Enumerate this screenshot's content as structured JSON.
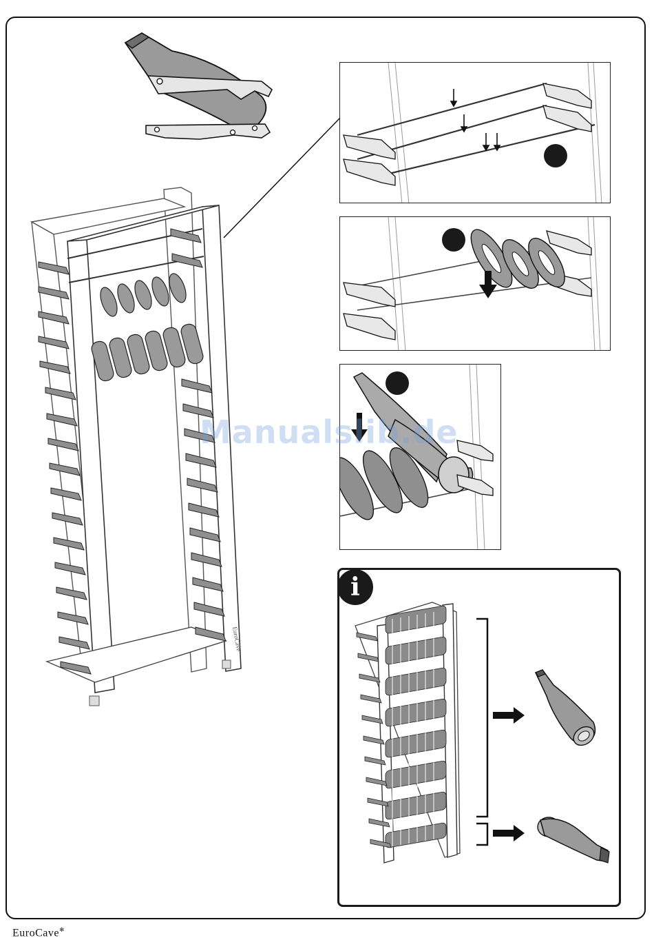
{
  "watermark": {
    "text": "Manualslib.de"
  },
  "logo": {
    "text": "EuroCave",
    "mark": "snowflake-mark"
  },
  "rack_brand": {
    "text": "EuroCave"
  },
  "info": {
    "symbol": "i"
  },
  "colors": {
    "ink": "#1a1a1a",
    "shade": "#9a9a9a",
    "light": "#d8d8d8"
  }
}
